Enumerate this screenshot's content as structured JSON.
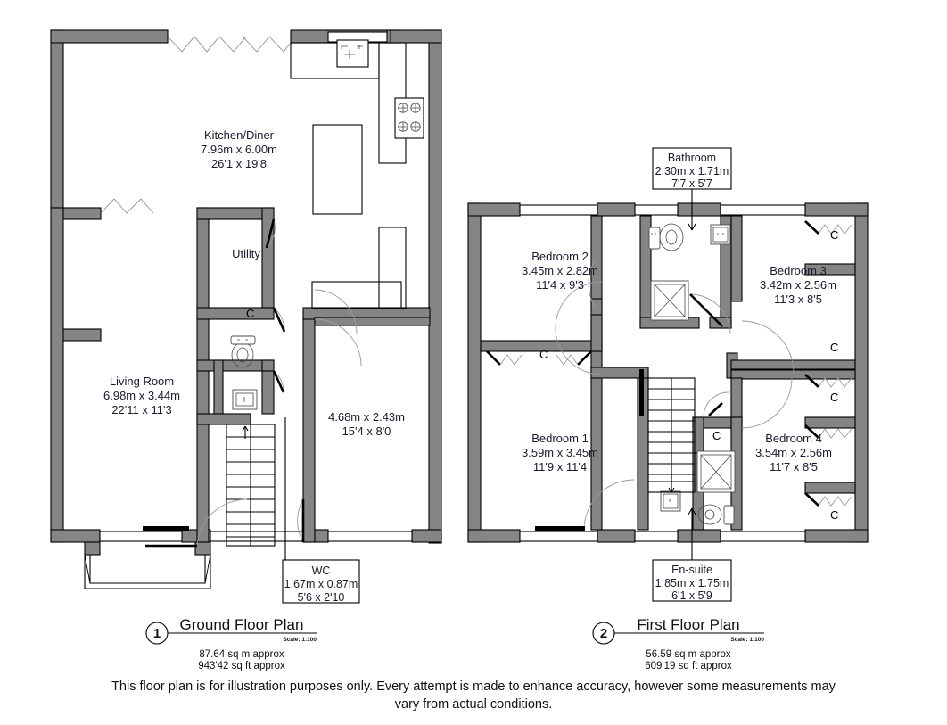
{
  "document": {
    "type": "floor-plan",
    "disclaimer_line1": "This floor plan is for illustration purposes only. Every attempt is made to enhance accuracy, however some measurements may",
    "disclaimer_line2": "vary from actual conditions."
  },
  "plans": [
    {
      "number": "1",
      "title": "Ground Floor Plan",
      "scale": "Scale: 1:100",
      "area_metric": "87.64 sq m approx",
      "area_imperial": "943'42 sq ft approx",
      "rooms": [
        {
          "name": "Kitchen/Diner",
          "metric": "7.96m x 6.00m",
          "imperial": "26'1 x 19'8"
        },
        {
          "name": "Living Room",
          "metric": "6.98m x 3.44m",
          "imperial": "22'11 x 11'3"
        },
        {
          "name": "Utility",
          "metric": "",
          "imperial": ""
        },
        {
          "name": "",
          "metric": "4.68m x 2.43m",
          "imperial": "15'4 x 8'0"
        }
      ],
      "closets": [
        {
          "label": "C"
        }
      ],
      "callouts": [
        {
          "name": "WC",
          "metric": "1.67m x 0.87m",
          "imperial": "5'6 x 2'10"
        }
      ]
    },
    {
      "number": "2",
      "title": "First Floor Plan",
      "scale": "Scale: 1:100",
      "area_metric": "56.59 sq m approx",
      "area_imperial": "609'19 sq ft approx",
      "rooms": [
        {
          "name": "Bedroom 2",
          "metric": "3.45m x 2.82m",
          "imperial": "11'4 x 9'3"
        },
        {
          "name": "Bedroom 3",
          "metric": "3.42m x 2.56m",
          "imperial": "11'3 x 8'5"
        },
        {
          "name": "Bedroom 1",
          "metric": "3.59m x 3.45m",
          "imperial": "11'9 x 11'4"
        },
        {
          "name": "Bedroom 4",
          "metric": "3.54m x 2.56m",
          "imperial": "11'7 x 8'5"
        }
      ],
      "closets": [
        {
          "label": "C"
        },
        {
          "label": "C"
        },
        {
          "label": "C"
        },
        {
          "label": "C"
        },
        {
          "label": "C"
        },
        {
          "label": "C"
        }
      ],
      "callouts": [
        {
          "name": "Bathroom",
          "metric": "2.30m x 1.71m",
          "imperial": "7'7 x 5'7"
        },
        {
          "name": "En-suite",
          "metric": "1.85m x 1.75m",
          "imperial": "6'1 x 5'9"
        }
      ]
    }
  ],
  "colors": {
    "wall_fill": "#858585",
    "wall_stroke": "#000000",
    "text": "#1a1a2e",
    "background": "#ffffff"
  }
}
